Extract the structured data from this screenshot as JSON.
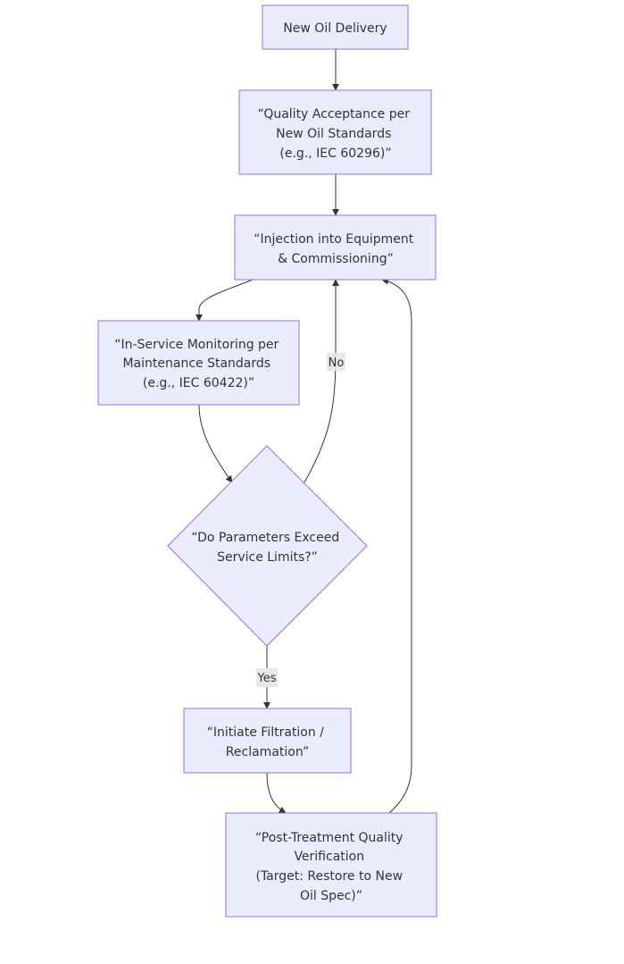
{
  "nodes": {
    "new_oil_delivery": {
      "lines": [
        "New Oil Delivery"
      ]
    },
    "quality_acceptance": {
      "lines": [
        "“Quality Acceptance per",
        "New Oil Standards",
        "(e.g., IEC 60296)”"
      ]
    },
    "injection": {
      "lines": [
        "“Injection into Equipment",
        "& Commissioning”"
      ]
    },
    "in_service": {
      "lines": [
        "“In-Service Monitoring per",
        "Maintenance Standards",
        "(e.g., IEC 60422)”"
      ]
    },
    "decision": {
      "lines": [
        "“Do Parameters Exceed",
        "Service Limits?”"
      ]
    },
    "filtration": {
      "lines": [
        "“Initiate Filtration /",
        "Reclamation”"
      ]
    },
    "post_treatment": {
      "lines": [
        "“Post-Treatment Quality",
        "Verification",
        "(Target: Restore to New",
        "Oil Spec)”"
      ]
    }
  },
  "edge_labels": {
    "no": "No",
    "yes": "Yes"
  },
  "colors": {
    "node_fill": "#ECECFF",
    "node_stroke": "#9370DB",
    "edge": "#333333",
    "label_bg": "#e8e8e8"
  }
}
